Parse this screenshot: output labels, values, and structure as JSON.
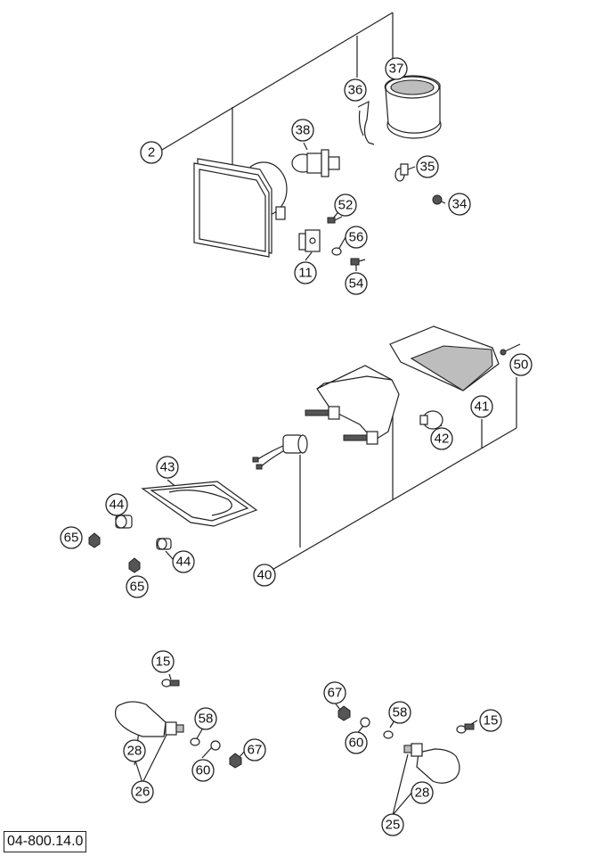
{
  "diagram_code": "04-800.14.0",
  "callouts": {
    "c2": "2",
    "c37": "37",
    "c36": "36",
    "c38": "38",
    "c35": "35",
    "c34": "34",
    "c52": "52",
    "c56": "56",
    "c11": "11",
    "c54": "54",
    "c50": "50",
    "c41": "41",
    "c42": "42",
    "c43": "43",
    "c44a": "44",
    "c44b": "44",
    "c65a": "65",
    "c65b": "65",
    "c40": "40",
    "c15a": "15",
    "c58a": "58",
    "c67a": "67",
    "c28a": "28",
    "c60a": "60",
    "c26": "26",
    "c67b": "67",
    "c58b": "58",
    "c15b": "15",
    "c60b": "60",
    "c28b": "28",
    "c25": "25"
  }
}
